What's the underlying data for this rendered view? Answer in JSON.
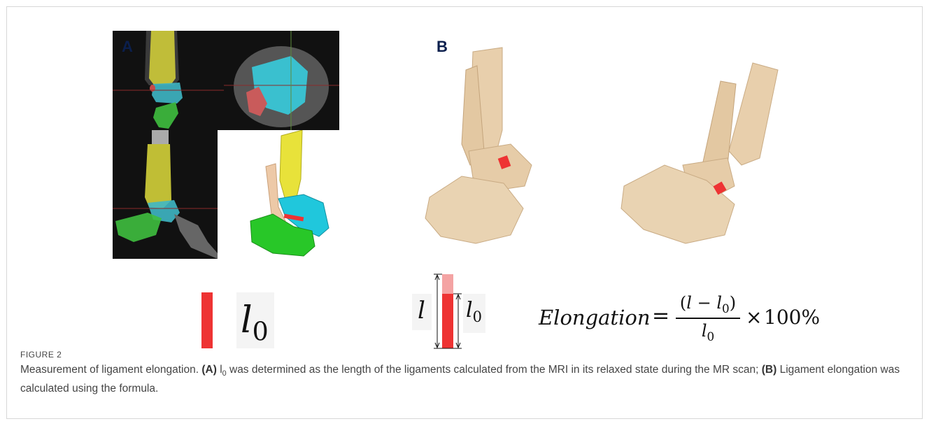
{
  "figure": {
    "panel_a_label": "A",
    "panel_b_label": "B",
    "symbol_l0": "l",
    "symbol_l0_sub": "0",
    "symbol_l": "l",
    "formula": {
      "lhs": "Elongation",
      "equals": "=",
      "numerator_open": "(",
      "numerator_l": "l",
      "numerator_minus": " − ",
      "numerator_l0": "l",
      "numerator_l0_sub": "0",
      "numerator_close": ")",
      "denominator_l": "l",
      "denominator_sub": "0",
      "times": "×",
      "value": "100%"
    },
    "colors": {
      "ligament": "#ee3333",
      "ligament_stretch": "#f4a3a3",
      "tibia": "#e6e23a",
      "talus": "#2fc8d8",
      "calcaneus": "#2ed12e",
      "fibula": "#edc9a7",
      "bone": "#e9d3b2"
    }
  },
  "caption": {
    "label": "FIGURE 2",
    "text_start": "Measurement of ligament elongation. ",
    "a_tag": "(A)",
    "a_symbol": "l",
    "a_symbol_sub": "0",
    "a_text": " was determined as the length of the ligaments calculated from the MRI in its relaxed state during the MR scan; ",
    "b_tag": "(B)",
    "b_text": " Ligament elongation was calculated using the formula."
  }
}
